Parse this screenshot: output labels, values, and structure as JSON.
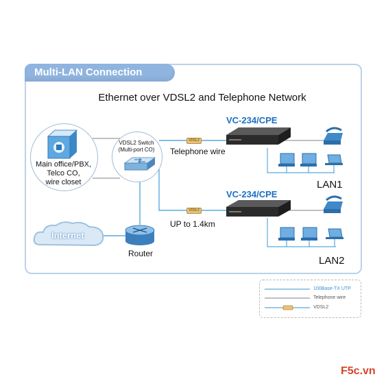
{
  "panel": {
    "title": "Multi-LAN Connection",
    "subtitle": "Ethernet over VDSL2 and Telephone Network"
  },
  "main_office": {
    "lines": [
      "Main office/PBX,",
      "Telco CO,",
      "wire closet"
    ]
  },
  "switch": {
    "lines": [
      "VDSL2 Switch",
      "(Multi-port CO)"
    ]
  },
  "links": {
    "top_label": "Telephone wire",
    "bottom_label": "UP to 1.4km",
    "tag": "VDSL2"
  },
  "cpe_top": {
    "model": "VC-234/CPE",
    "lan": "LAN1"
  },
  "cpe_bottom": {
    "model": "VC-234/CPE",
    "lan": "LAN2"
  },
  "internet": {
    "label": "Internet"
  },
  "router": {
    "label": "Router"
  },
  "legend": {
    "items": [
      "100Base-TX UTP",
      "Telephone wire",
      "VDSL2"
    ],
    "colors": {
      "utp": "#5aa9df",
      "phone": "#999999",
      "vdsl": "#5aa9df",
      "tag": "#e7c27a"
    }
  },
  "watermark": "F5c.vn"
}
